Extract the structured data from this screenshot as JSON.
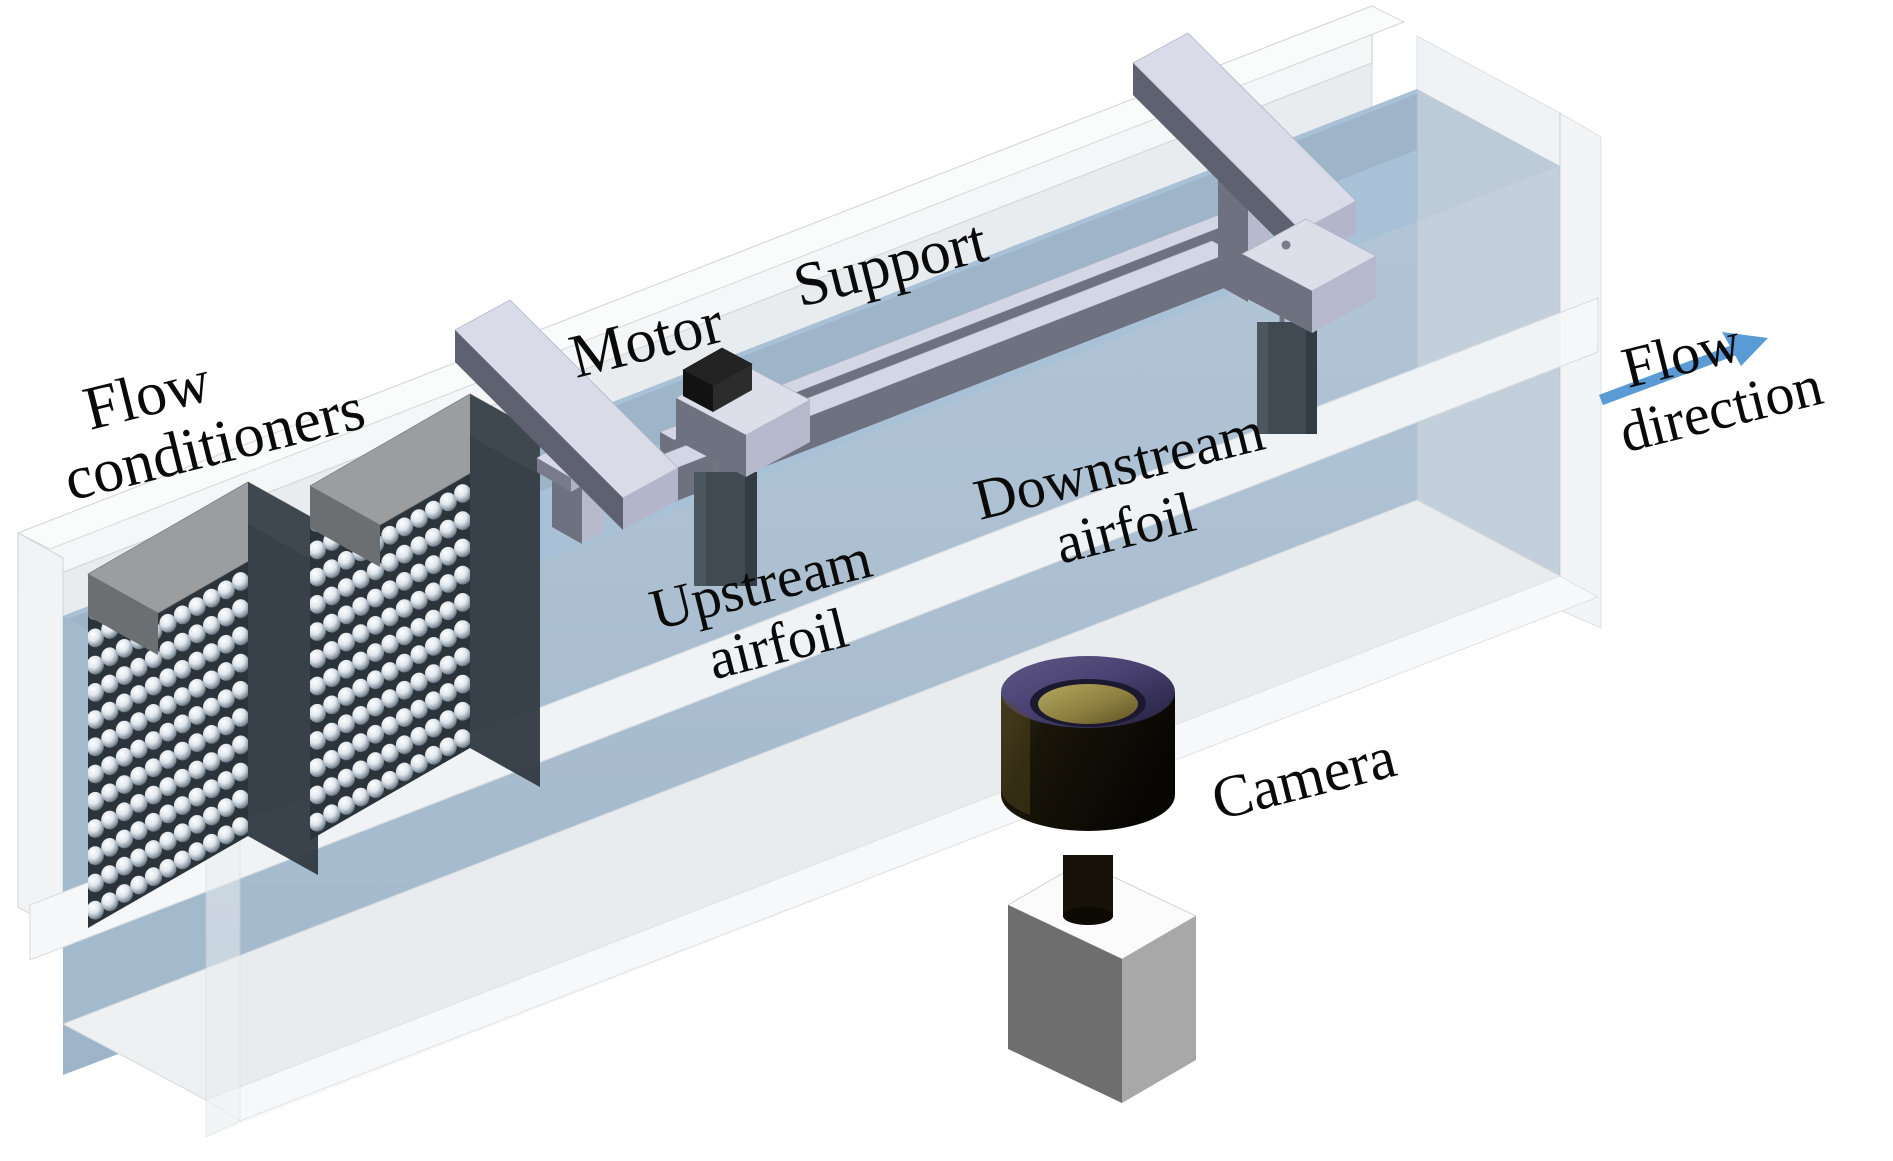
{
  "figure": {
    "type": "isometric-schematic",
    "subject": "water-channel-experimental-setup",
    "background_color": "#ffffff"
  },
  "labels": {
    "flow_conditioners": {
      "line1": "Flow",
      "line2": "conditioners"
    },
    "motor": {
      "line1": "Motor"
    },
    "support": {
      "line1": "Support"
    },
    "upstream_airfoil": {
      "line1": "Upstream",
      "line2": "airfoil"
    },
    "downstream_airfoil": {
      "line1": "Downstream",
      "line2": "airfoil"
    },
    "flow_direction": {
      "line1": "Flow",
      "line2": "direction"
    },
    "camera": {
      "line1": "Camera"
    }
  },
  "colors": {
    "flow_arrow": "#5b9bd5",
    "water": "#a9c1d6",
    "water_dark": "#93a9bd",
    "glass": "#eceff1",
    "tank_wall": "#f2f4f5",
    "airfoil": "#404a52",
    "airfoil_edge": "#2e363c",
    "conditioner_plate": "#2b333b",
    "conditioner_cap": "#8b8d8f",
    "beam_top": "#d9d9e8",
    "beam_side": "#6f7280",
    "beam_face": "#b9bcd0",
    "rail_top": "#cfd2e2",
    "rail_side": "#6e7180",
    "motor_block": "#1a1a1a",
    "carriage": "#d5d6e4",
    "camera_body_top": "#fbfbfb",
    "camera_body_right": "#a8a8a8",
    "camera_body_left": "#6e6e6e",
    "camera_lens_dark": "#141008",
    "camera_lens_rim": "#4a4270",
    "camera_lens_center": "#9a8b45",
    "text": "#0a0a0a"
  },
  "geometry": {
    "label_rotation_deg": -14,
    "conditioner_hole_rows": 13,
    "conditioner_hole_cols": 11,
    "conditioner_count": 2,
    "airfoil_count": 2,
    "rail_count": 2,
    "crossbeam_count": 2
  }
}
